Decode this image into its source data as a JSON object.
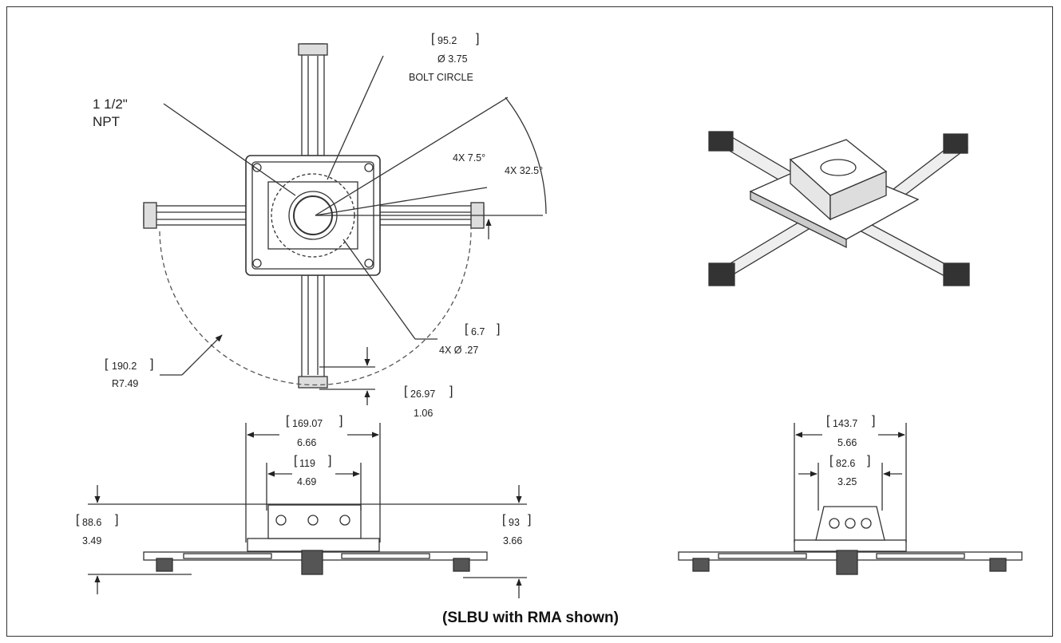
{
  "caption": "(SLBU with RMA shown)",
  "top_view": {
    "npt_line1": "1 1/2\"",
    "npt_line2": "NPT",
    "bolt_circle_mm": "95.2",
    "bolt_circle_in": "Ø 3.75",
    "bolt_circle_text": "BOLT CIRCLE",
    "angle_small": "4X  7.5°",
    "angle_large": "4X  32.5°",
    "hole_mm": "6.7",
    "hole_in": "4X   Ø   .27",
    "radius_mm": "190.2",
    "radius_in": "R7.49",
    "offset_mm": "26.97",
    "offset_in": "1.06"
  },
  "front_view": {
    "outer_mm": "169.07",
    "outer_in": "6.66",
    "inner_mm": "119",
    "inner_in": "4.69",
    "height_left_mm": "88.6",
    "height_left_in": "3.49",
    "height_right_mm": "93",
    "height_right_in": "3.66"
  },
  "side_view": {
    "outer_mm": "143.7",
    "outer_in": "5.66",
    "inner_mm": "82.6",
    "inner_in": "3.25"
  }
}
